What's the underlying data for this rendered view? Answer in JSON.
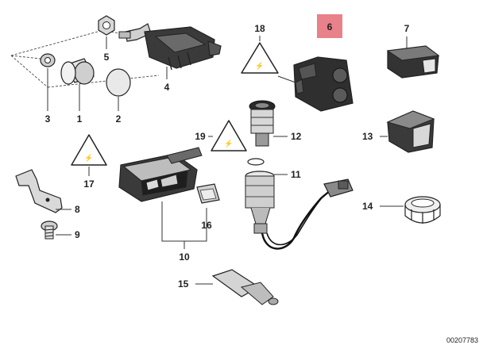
{
  "diagram": {
    "reference_code": "00207783",
    "highlight_color": "#e8818a",
    "callouts": [
      "1",
      "2",
      "3",
      "4",
      "5",
      "6",
      "7",
      "8",
      "9",
      "10",
      "11",
      "12",
      "13",
      "14",
      "15",
      "16",
      "17",
      "18",
      "19"
    ],
    "highlighted_callout": "6",
    "warning_icon": "warning-triangle-icon"
  }
}
